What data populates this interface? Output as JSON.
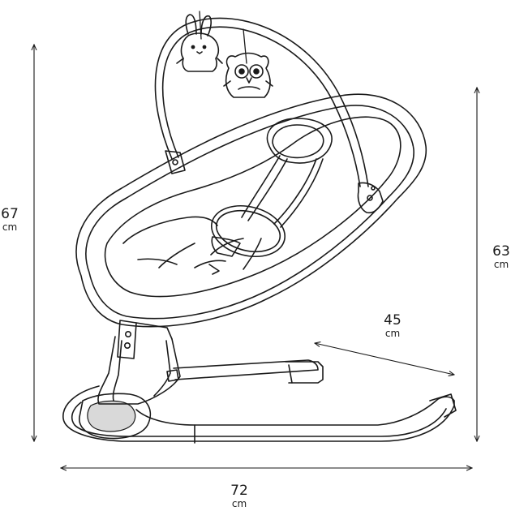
{
  "dimensions": {
    "height_total": {
      "value": "67",
      "unit": "cm"
    },
    "height_rear": {
      "value": "63",
      "unit": "cm"
    },
    "depth": {
      "value": "45",
      "unit": "cm"
    },
    "width": {
      "value": "72",
      "unit": "cm"
    }
  },
  "line_color": "#1a1a1a",
  "toys": [
    "bunny-toy",
    "owl-toy"
  ]
}
